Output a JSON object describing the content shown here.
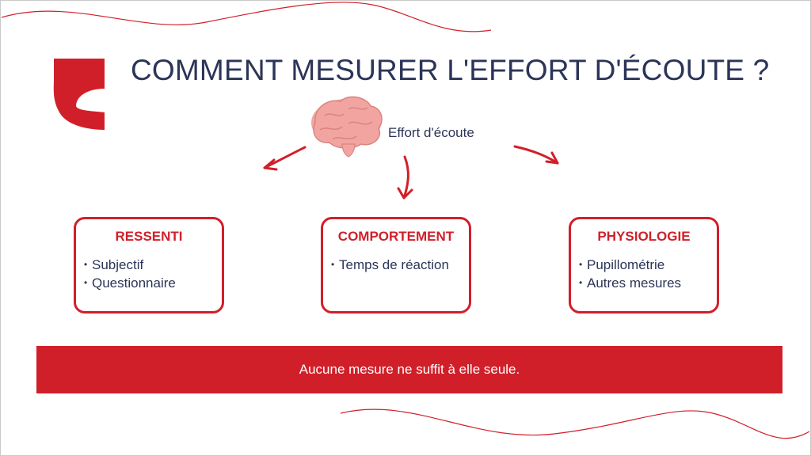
{
  "title": "COMMENT MESURER L'EFFORT D'ÉCOUTE ?",
  "brain_label": "Effort d'écoute",
  "cards": [
    {
      "title": "RESSENTI",
      "items": [
        "Subjectif",
        "Questionnaire"
      ]
    },
    {
      "title": "COMPORTEMENT",
      "items": [
        "Temps de réaction"
      ]
    },
    {
      "title": "PHYSIOLOGIE",
      "items": [
        "Pupillométrie",
        "Autres mesures"
      ]
    }
  ],
  "banner": "Aucune mesure ne suffit à elle seule.",
  "colors": {
    "accent": "#d11f2a",
    "title_text": "#2c3458",
    "brain": "#f2a5a0"
  },
  "icons": [
    "logo-mark-icon",
    "brain-icon",
    "arrow-left-icon",
    "arrow-down-icon",
    "arrow-right-icon"
  ]
}
